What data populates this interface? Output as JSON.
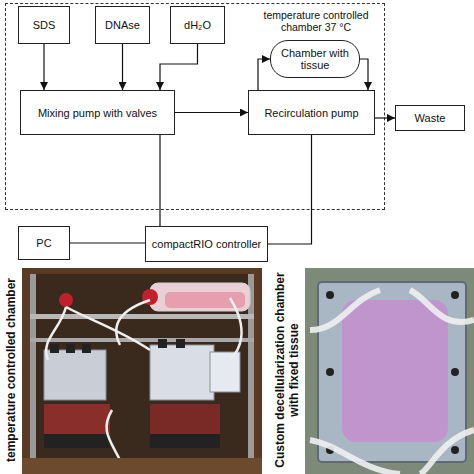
{
  "diagram": {
    "nodes": [
      {
        "text": [
          "temperature controlled chamber 37 °C"
        ]
      },
      {
        "text": [
          "SDS"
        ],
        "in": 0
      },
      {
        "text": [
          "DNAse"
        ],
        "in": 0
      },
      {
        "text": [
          "dH₂O"
        ],
        "in": 0
      },
      {
        "text": [
          "Chamber with tissue"
        ],
        "in": 0
      },
      {
        "text": [
          "Mixing pump with valves"
        ],
        "in": 0
      },
      {
        "text": [
          "Recirculation pump"
        ],
        "in": 0
      },
      {
        "text": [
          "Waste"
        ]
      },
      {
        "text": [
          "PC"
        ]
      },
      {
        "text": [
          "compactRIO controller"
        ]
      }
    ],
    "edges": [
      {
        "from": 1,
        "to": 5,
        "arrow": "to"
      },
      {
        "from": 2,
        "to": 5,
        "arrow": "to"
      },
      {
        "from": 3,
        "to": 5,
        "arrow": "to"
      },
      {
        "from": 5,
        "to": 6,
        "arrow": "to"
      },
      {
        "from": 6,
        "to": 4,
        "arrow": "to"
      },
      {
        "from": 4,
        "to": 6,
        "arrow": "to"
      },
      {
        "from": 6,
        "to": 7,
        "arrow": "to"
      },
      {
        "from": 5,
        "to": 9,
        "arrow": "none"
      },
      {
        "from": 6,
        "to": 9,
        "arrow": "none"
      },
      {
        "from": 8,
        "to": 9,
        "arrow": "none"
      }
    ],
    "labels": [
      "temperature controlled chamber",
      "Custom decellularization chamber with fixed tissue"
    ]
  }
}
